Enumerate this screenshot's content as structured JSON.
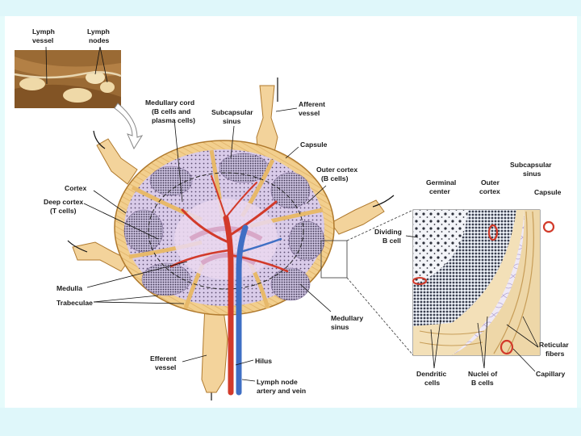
{
  "colors": {
    "background": "#e6fbfb",
    "capsule": "#f2cf8e",
    "capsule_edge": "#b07a2e",
    "cortex": "#d6c7e8",
    "artery": "#d23a2a",
    "vein": "#3f6fc4",
    "lymph_vessel": "#f3d39b"
  },
  "labels": {
    "lymph_vessel": [
      "Lymph",
      "vessel"
    ],
    "lymph_nodes": [
      "Lymph",
      "nodes"
    ],
    "medullary_cord": [
      "Medullary cord",
      "(B cells and",
      "plasma cells)"
    ],
    "subcapsular_sinus": [
      "Subcapsular",
      "sinus"
    ],
    "afferent_vessel": [
      "Afferent",
      "vessel"
    ],
    "capsule": "Capsule",
    "outer_cortex": [
      "Outer cortex",
      "(B cells)"
    ],
    "cortex": "Cortex",
    "deep_cortex": [
      "Deep cortex",
      "(T cells)"
    ],
    "medulla": "Medulla",
    "trabeculae": "Trabeculae",
    "medullary_sinus": [
      "Medullary",
      "sinus"
    ],
    "efferent_vessel": [
      "Efferent",
      "vessel"
    ],
    "hilus": "Hilus",
    "node_vessels": [
      "Lymph node",
      "artery and vein"
    ],
    "inset_germinal_center": [
      "Germinal",
      "center"
    ],
    "inset_outer_cortex": [
      "Outer",
      "cortex"
    ],
    "inset_subcapsular_sinus": [
      "Subcapsular",
      "sinus"
    ],
    "inset_capsule": "Capsule",
    "inset_dividing_b_cell": [
      "Dividing",
      "B cell"
    ],
    "inset_reticular_fibers": [
      "Reticular",
      "fibers"
    ],
    "inset_capillary": "Capillary",
    "inset_dendritic_cells": [
      "Dendritic",
      "cells"
    ],
    "inset_nuclei_b_cells": [
      "Nuclei of",
      "B cells"
    ]
  }
}
